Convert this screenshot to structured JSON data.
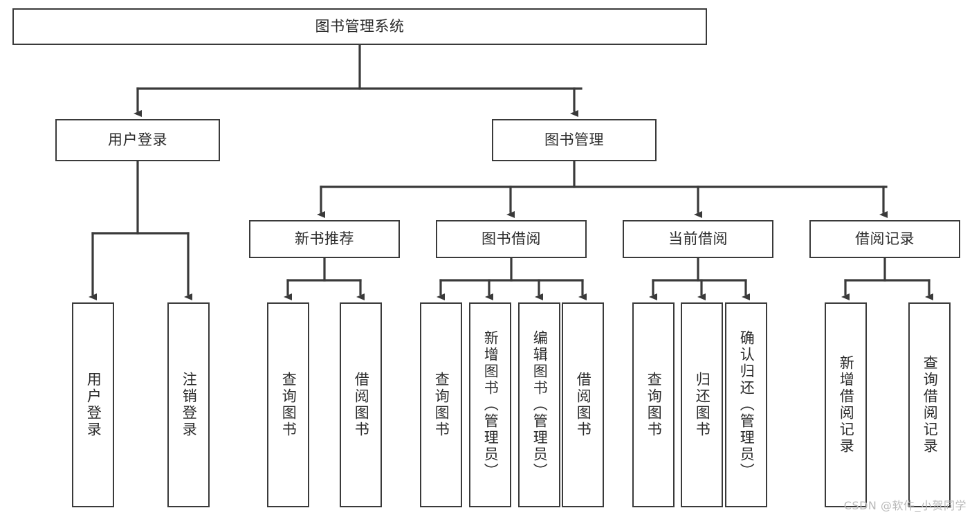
{
  "diagram": {
    "type": "hierarchy-tree",
    "title": "图书管理系统",
    "watermark": "CSDN @软件_小贺同学",
    "colors": {
      "box_border": "#3a3a3a",
      "box_fill": "#ffffff",
      "connector": "#3a3a3a",
      "text": "#2b2b2b",
      "watermark": "#b9b9b9",
      "background": "#ffffff"
    },
    "root": {
      "label": "图书管理系统"
    },
    "level2": [
      {
        "label": "用户登录"
      },
      {
        "label": "图书管理"
      }
    ],
    "level3": [
      {
        "label": "新书推荐"
      },
      {
        "label": "图书借阅"
      },
      {
        "label": "当前借阅"
      },
      {
        "label": "借阅记录"
      }
    ],
    "leaves": {
      "user_login": [
        {
          "label": "用户登录"
        },
        {
          "label": "注销登录"
        }
      ],
      "new_book_recommend": [
        {
          "label": "查询图书"
        },
        {
          "label": "借阅图书"
        }
      ],
      "book_borrow": [
        {
          "label": "查询图书"
        },
        {
          "label": "新增图书（管理员）"
        },
        {
          "label": "编辑图书（管理员）"
        },
        {
          "label": "借阅图书"
        }
      ],
      "current_borrow": [
        {
          "label": "查询图书"
        },
        {
          "label": "归还图书"
        },
        {
          "label": "确认归还（管理员）"
        }
      ],
      "borrow_record": [
        {
          "label": "新增借阅记录"
        },
        {
          "label": "查询借阅记录"
        }
      ]
    }
  }
}
